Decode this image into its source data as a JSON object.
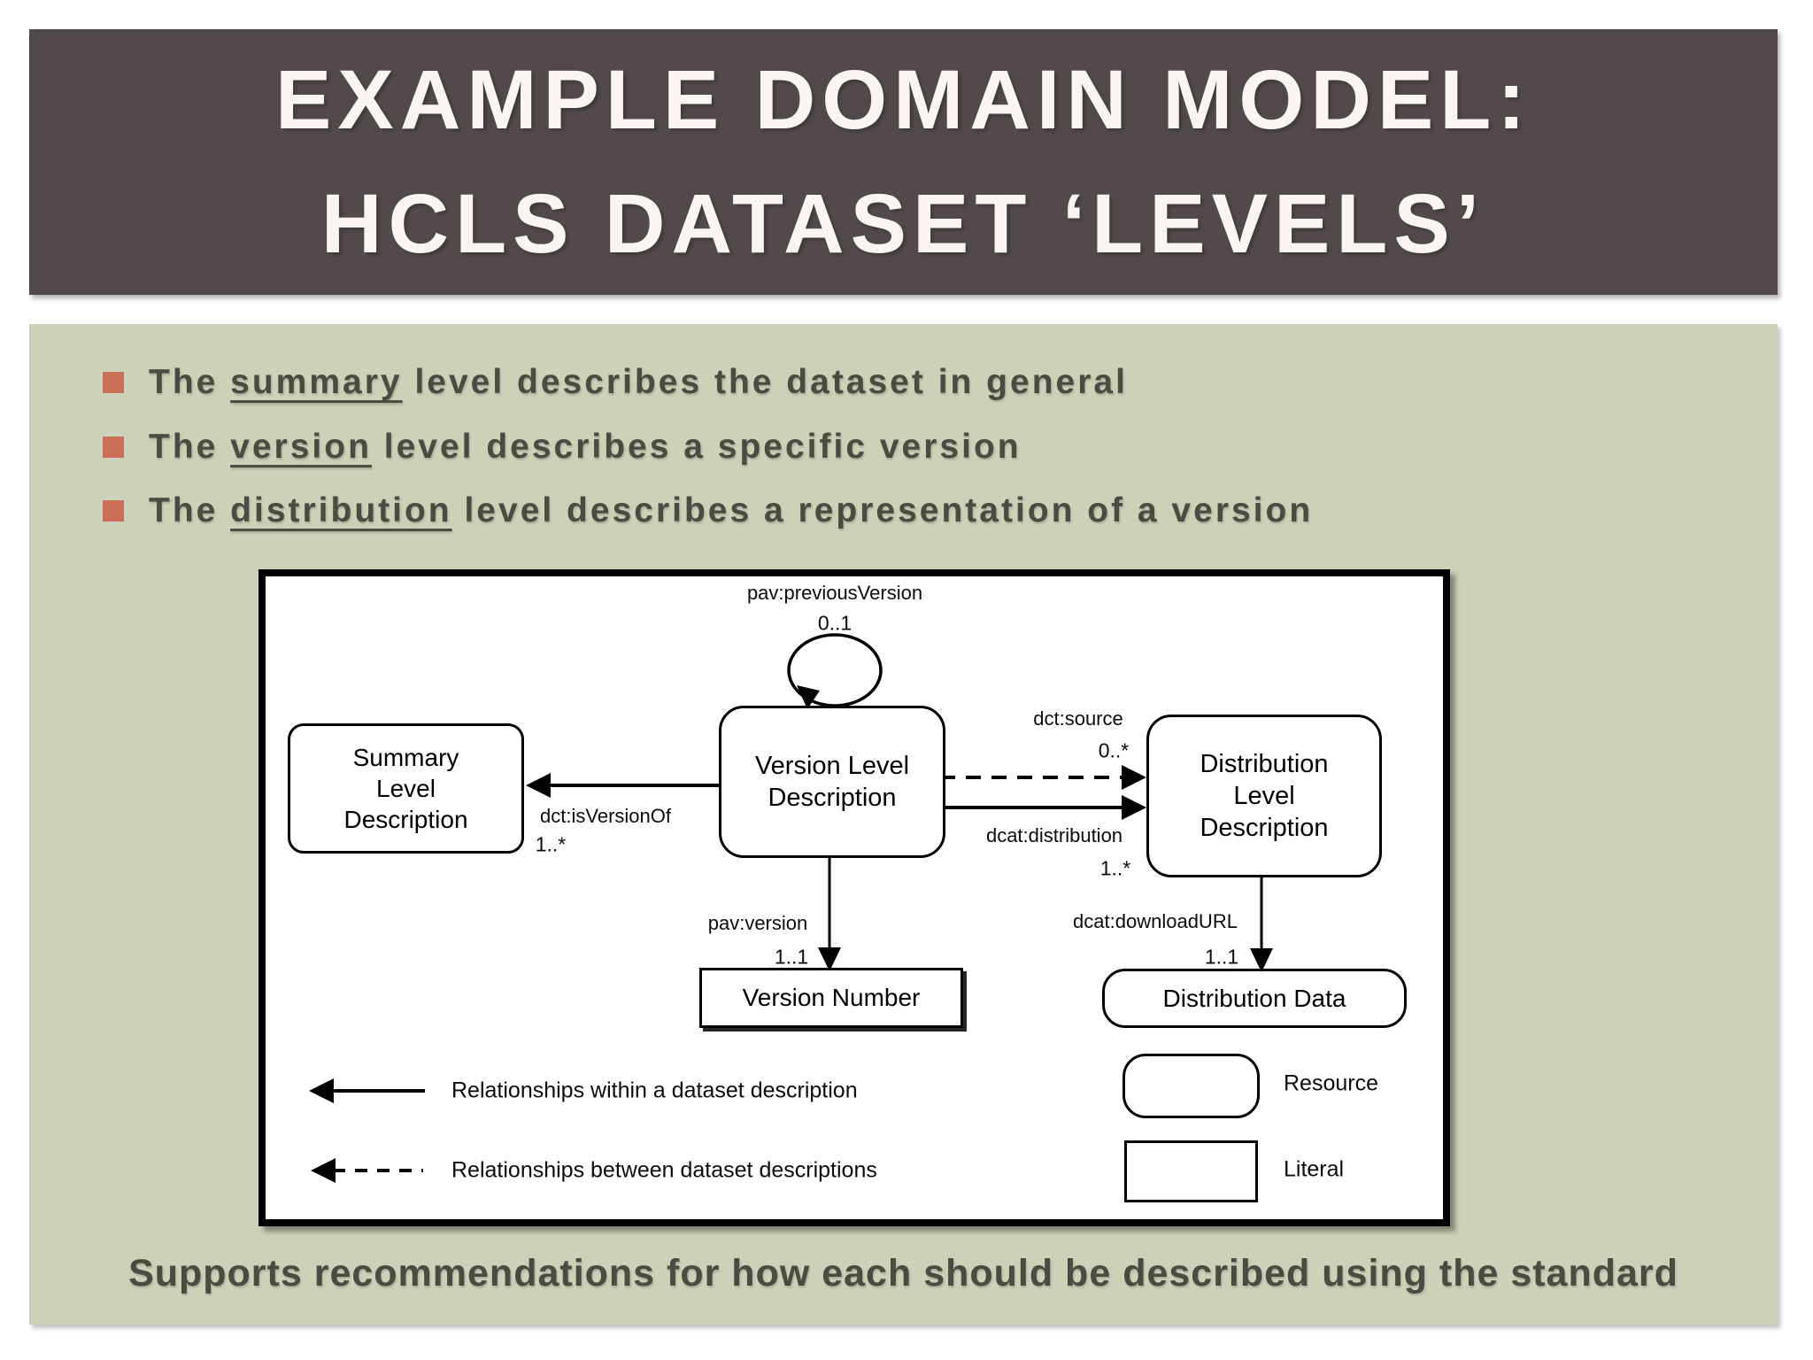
{
  "slide": {
    "title_line1": "EXAMPLE DOMAIN MODEL:",
    "title_line2": "HCLS DATASET ‘LEVELS’",
    "bullets": [
      {
        "pre": "The ",
        "underlined": "summary",
        "post": " level describes the dataset in general"
      },
      {
        "pre": "The ",
        "underlined": "version",
        "post": " level describes a specific version"
      },
      {
        "pre": "The ",
        "underlined": "distribution",
        "post": " level describes a representation of a version"
      }
    ],
    "footer": "Supports recommendations for how each should be described using the standard"
  },
  "diagram": {
    "nodes": {
      "summary": "Summary\nLevel\nDescription",
      "version": "Version Level\nDescription",
      "distribution": "Distribution\nLevel\nDescription",
      "version_number": "Version Number",
      "distribution_data": "Distribution Data"
    },
    "edges": {
      "previous_version": {
        "label": "pav:previousVersion",
        "cardinality": "0..1"
      },
      "is_version_of": {
        "label": "dct:isVersionOf",
        "cardinality": "1..*"
      },
      "source": {
        "label": "dct:source",
        "cardinality": "0..*"
      },
      "distribution": {
        "label": "dcat:distribution",
        "cardinality": "1..*"
      },
      "version": {
        "label": "pav:version",
        "cardinality": "1..1"
      },
      "download_url": {
        "label": "dcat:downloadURL",
        "cardinality": "1..1"
      }
    },
    "legend": {
      "solid_arrow": "Relationships within a dataset description",
      "dashed_arrow": "Relationships between dataset descriptions",
      "resource": "Resource",
      "literal": "Literal"
    }
  },
  "colors": {
    "header_bg": "#524a4a",
    "panel_bg": "#cdd1b8",
    "bullet_marker": "#c8705c",
    "body_text": "#4b4b42",
    "title_text": "#f8f5f2",
    "diagram_ink": "#000000",
    "diagram_bg": "#ffffff"
  }
}
